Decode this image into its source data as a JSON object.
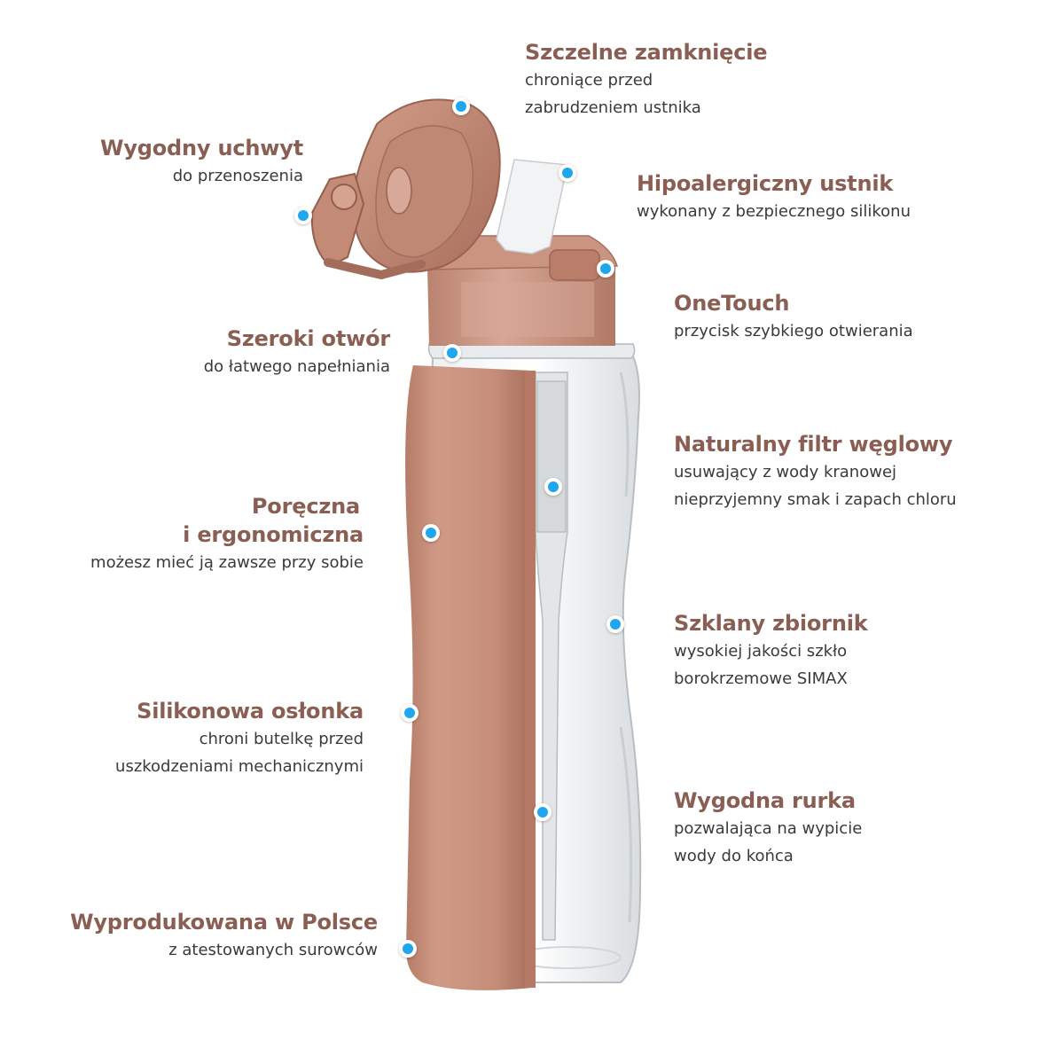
{
  "colors": {
    "title": "#8a5e52",
    "text": "#3a3a3a",
    "marker": "#1ea7ee",
    "sleeve": "#c58d78",
    "cap": "#c99480"
  },
  "features": {
    "sealed_closure": {
      "title": "Szczelne zamknięcie",
      "desc_1": "chroniące przed",
      "desc_2": "zabrudzeniem ustnika"
    },
    "handle": {
      "title": "Wygodny uchwyt",
      "desc_1": "do przenoszenia"
    },
    "mouthpiece": {
      "title": "Hipoalergiczny ustnik",
      "desc_1": "wykonany z bezpiecznego silikonu"
    },
    "onetouch": {
      "title": "OneTouch",
      "desc_1": "przycisk szybkiego otwierania"
    },
    "wide_opening": {
      "title": "Szeroki otwór",
      "desc_1": "do łatwego napełniania"
    },
    "carbon_filter": {
      "title": "Naturalny filtr węglowy",
      "desc_1": "usuwający z wody kranowej",
      "desc_2": "nieprzyjemny smak i zapach chloru"
    },
    "ergonomic": {
      "title_1": "Poręczna",
      "title_2": "i ergonomiczna",
      "desc_1": "możesz mieć ją zawsze przy sobie"
    },
    "glass_tank": {
      "title": "Szklany zbiornik",
      "desc_1": "wysokiej jakości szkło",
      "desc_2": "borokrzemowe SIMAX"
    },
    "silicone_sleeve": {
      "title": "Silikonowa osłonka",
      "desc_1": "chroni butelkę przed",
      "desc_2": "uszkodzeniami mechanicznymi"
    },
    "straw": {
      "title": "Wygodna rurka",
      "desc_1": "pozwalająca na wypicie",
      "desc_2": "wody do końca"
    },
    "made_in_poland": {
      "title": "Wyprodukowana w Polsce",
      "desc_1": "z atestowanych surowców"
    }
  }
}
